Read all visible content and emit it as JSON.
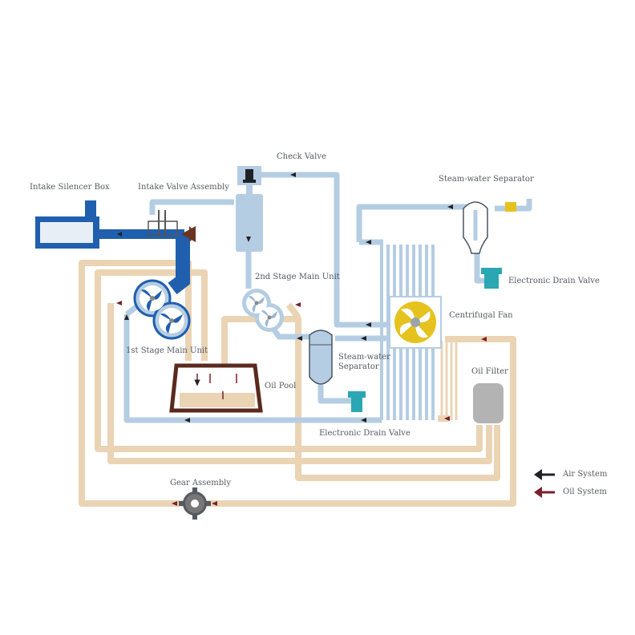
{
  "labels": {
    "intake_silencer_box": "Intake Silencer Box",
    "intake_valve_assembly": "Intake Valve Assembly",
    "check_valve": "Check Valve",
    "steam_water_separator_top": "Steam-water Separator",
    "second_stage_main_unit": "2nd Stage Main Unit",
    "electronic_drain_valve_top": "Electronic Drain Valve",
    "centrifugal_fan": "Centrifugal Fan",
    "first_stage_main_unit": "1st Stage Main Unit",
    "oil_pool": "Oil Pool",
    "steam_water_separator_mid": "Steam-water Separator",
    "oil_filter": "Oil Filter",
    "electronic_drain_valve_bottom": "Electronic Drain Valve",
    "gear_assembly": "Gear Assembly"
  },
  "legend": [
    {
      "label": "Air System",
      "color": "#1f2328",
      "icon": "black-arrow-icon"
    },
    {
      "label": "Oil System",
      "color": "#7a1f2e",
      "icon": "red-arrow-icon"
    }
  ],
  "colors": {
    "air_pipe": "#b5cde3",
    "intake_pipe": "#1f5fae",
    "oil_pipe": "#ead4b4",
    "fan_yellow": "#e6c21e",
    "drain_teal": "#2aa7b3",
    "oil_pool": "#5a2a1e",
    "oil_filter": "#b3b3b3"
  }
}
